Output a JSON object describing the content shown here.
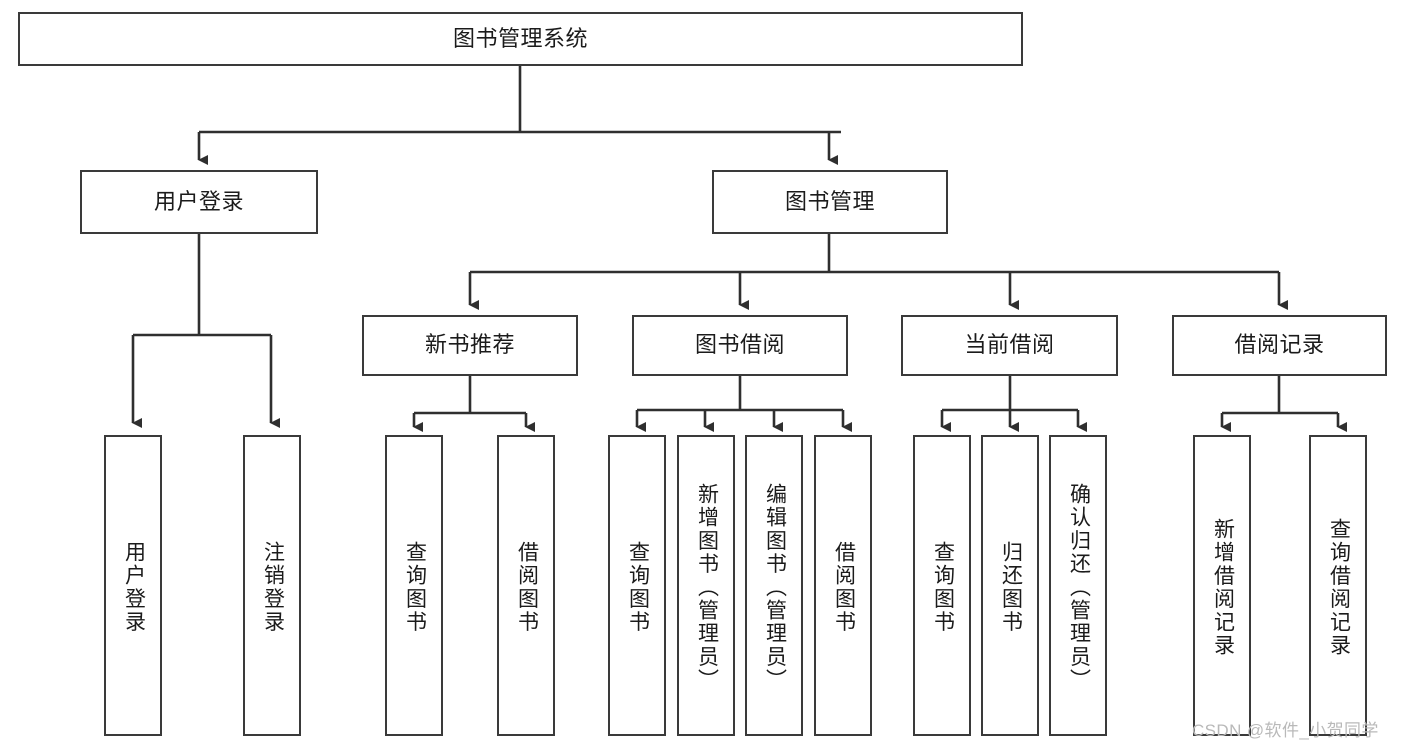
{
  "diagram": {
    "type": "tree",
    "title": "图书管理系统",
    "root": {
      "label": "图书管理系统"
    },
    "level2": [
      {
        "label": "用户登录"
      },
      {
        "label": "图书管理"
      }
    ],
    "level3": [
      {
        "label": "新书推荐"
      },
      {
        "label": "图书借阅"
      },
      {
        "label": "当前借阅"
      },
      {
        "label": "借阅记录"
      }
    ],
    "leaves": {
      "user_login": [
        {
          "label": "用户登录"
        },
        {
          "label": "注销登录"
        }
      ],
      "new_book": [
        {
          "label": "查询图书"
        },
        {
          "label": "借阅图书"
        }
      ],
      "book_borrow": [
        {
          "label": "查询图书"
        },
        {
          "label": "新增图书（管理员）"
        },
        {
          "label": "编辑图书（管理员）"
        },
        {
          "label": "借阅图书"
        }
      ],
      "current_borrow": [
        {
          "label": "查询图书"
        },
        {
          "label": "归还图书"
        },
        {
          "label": "确认归还（管理员）"
        }
      ],
      "borrow_record": [
        {
          "label": "新增借阅记录"
        },
        {
          "label": "查询借阅记录"
        }
      ]
    }
  },
  "watermark": {
    "text": "CSDN @软件_小贺同学"
  },
  "colors": {
    "stroke": "#3a3a3a",
    "fill": "#ffffff",
    "text": "#1b1b1b",
    "watermark": "#b9b9b9"
  }
}
